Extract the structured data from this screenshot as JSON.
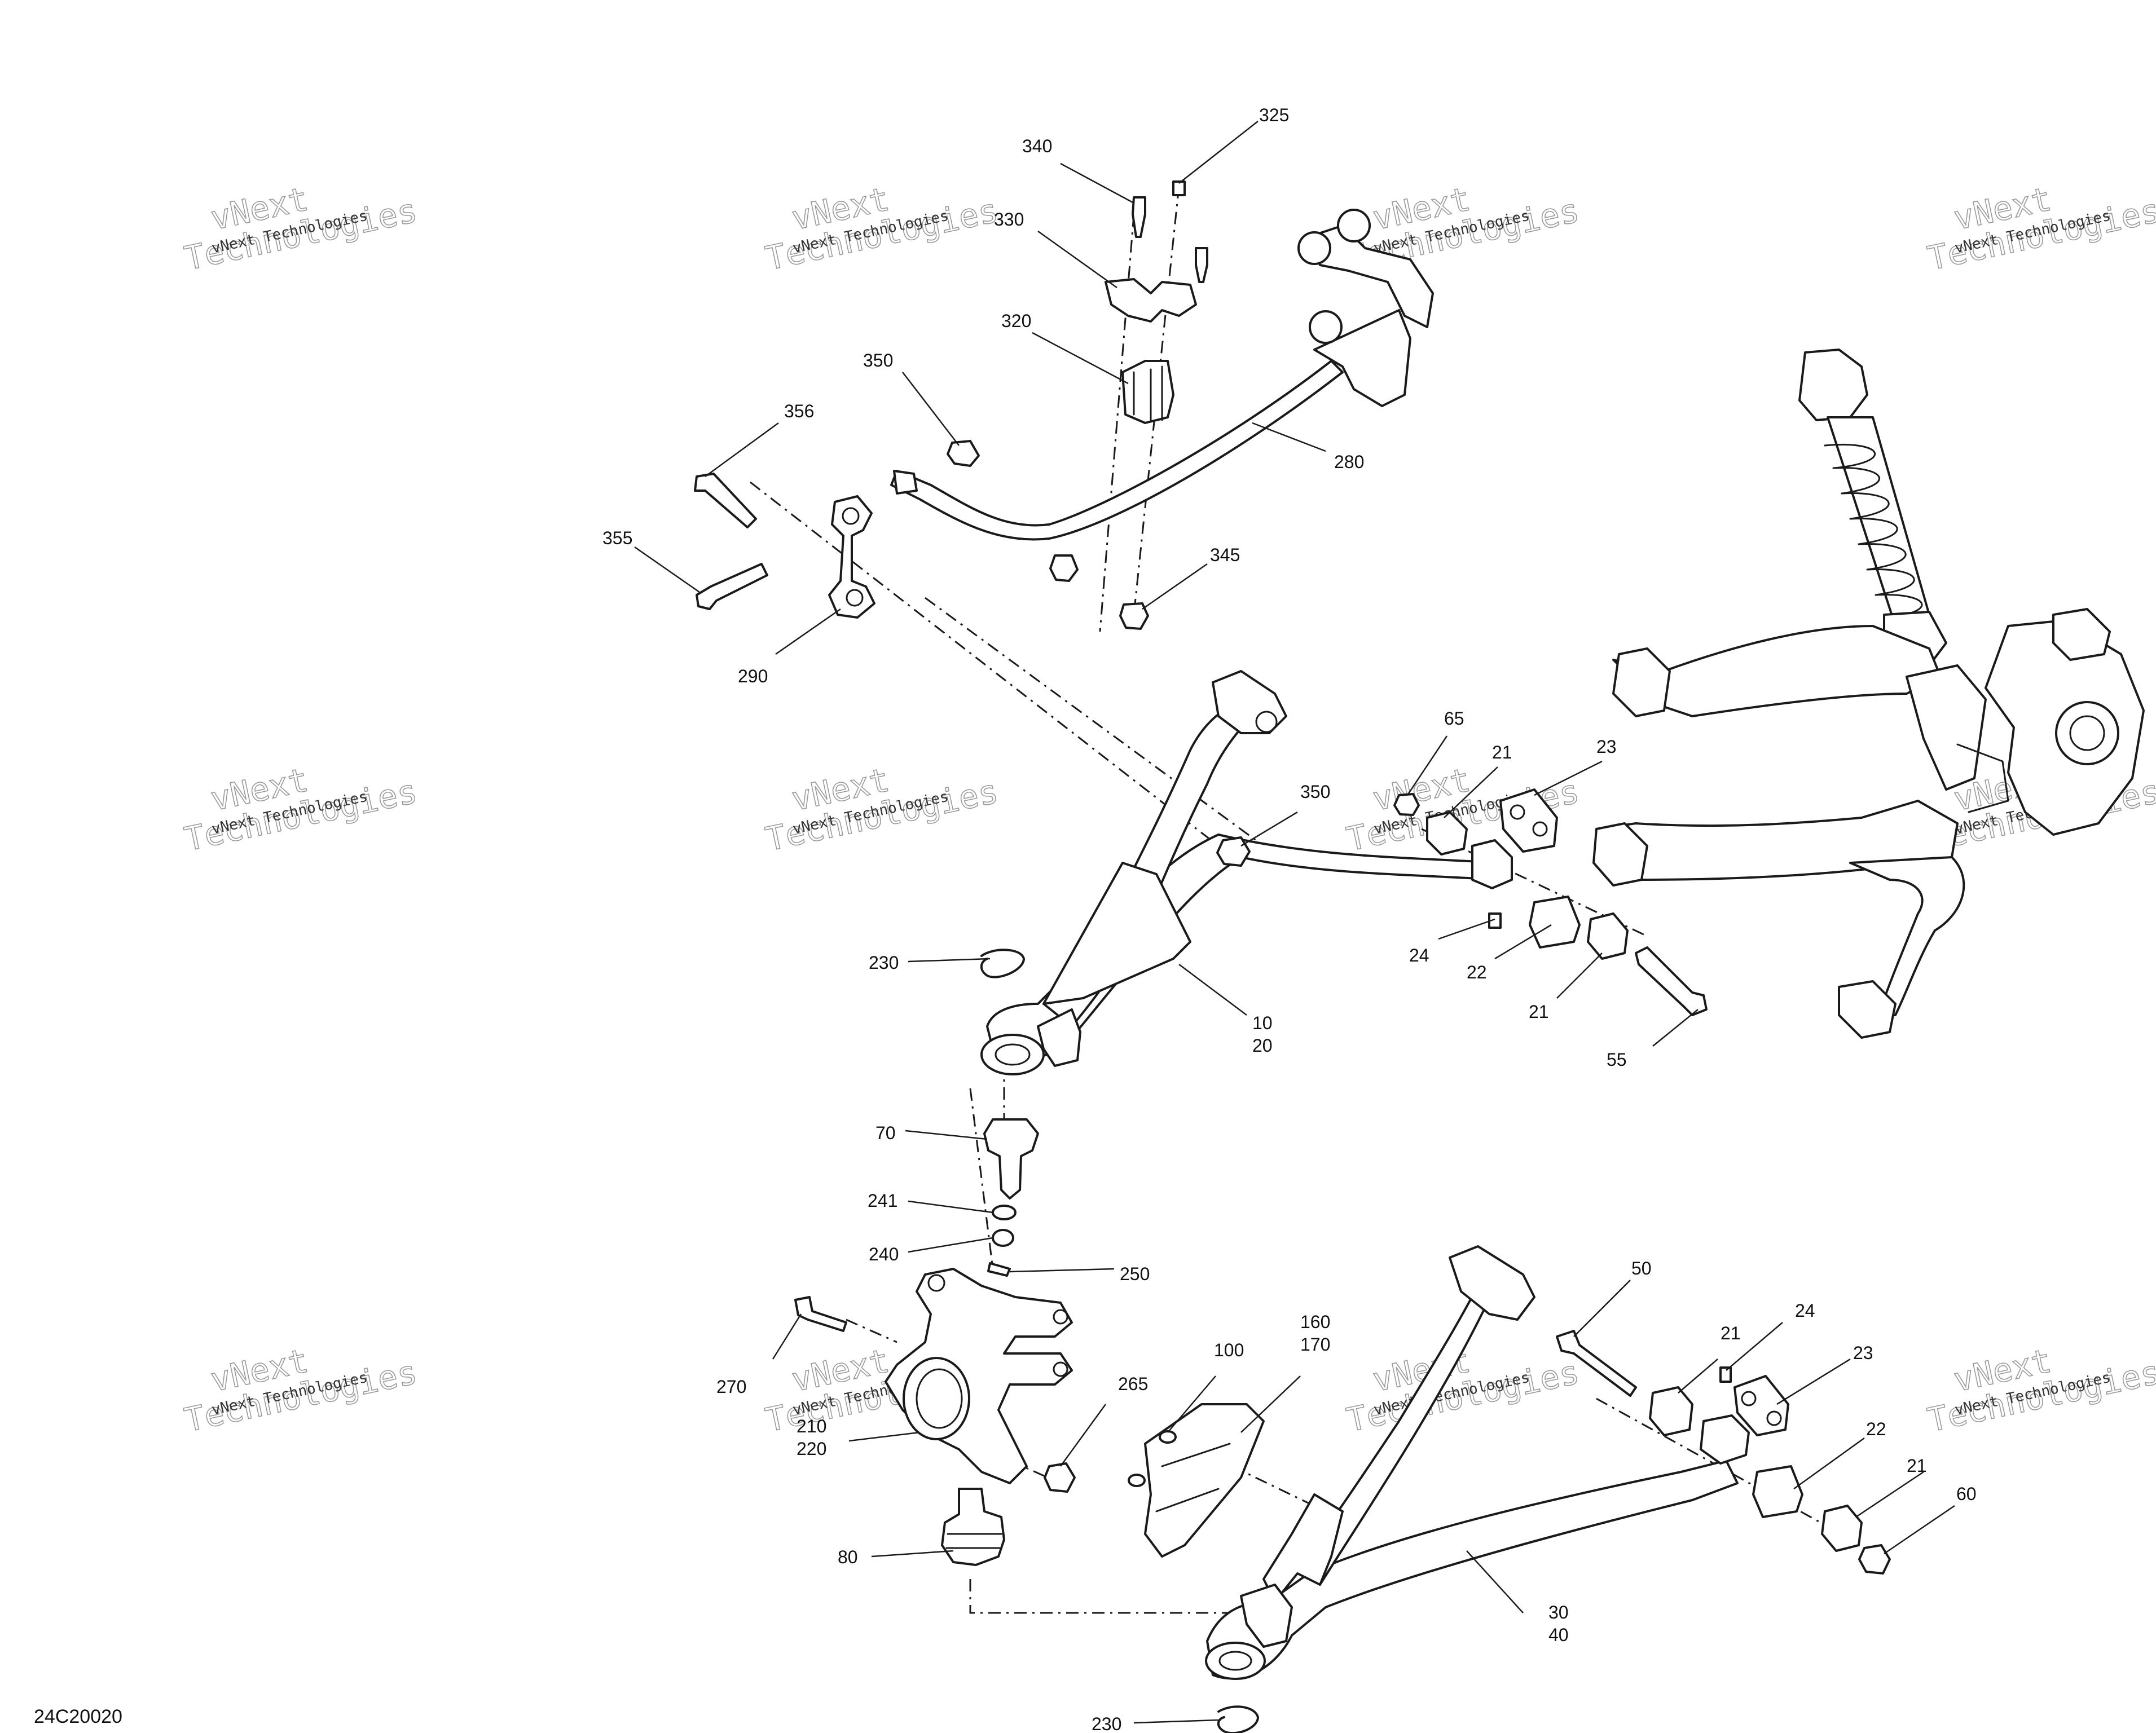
{
  "diagram_code": "24C20020",
  "watermark": {
    "line1": "vNext",
    "line2": "Technologies",
    "small": "vNext Technologies"
  },
  "callouts": {
    "c340": "340",
    "c325": "325",
    "c330": "330",
    "c320": "320",
    "c350a": "350",
    "c356": "356",
    "c355": "355",
    "c280": "280",
    "c345": "345",
    "c290": "290",
    "c65": "65",
    "c21a": "21",
    "c23a": "23",
    "c350b": "350",
    "c230a": "230",
    "c24a": "24",
    "c22a": "22",
    "c10": "10",
    "c20": "20",
    "c21b": "21",
    "c55": "55",
    "c70": "70",
    "c241": "241",
    "c240": "240",
    "c250": "250",
    "c270": "270",
    "c265": "265",
    "c210": "210",
    "c220": "220",
    "c100": "100",
    "c160": "160",
    "c170": "170",
    "c50": "50",
    "c21c": "21",
    "c24b": "24",
    "c23b": "23",
    "c22b": "22",
    "c21d": "21",
    "c60": "60",
    "c80": "80",
    "c30": "30",
    "c40": "40",
    "c230b": "230"
  }
}
